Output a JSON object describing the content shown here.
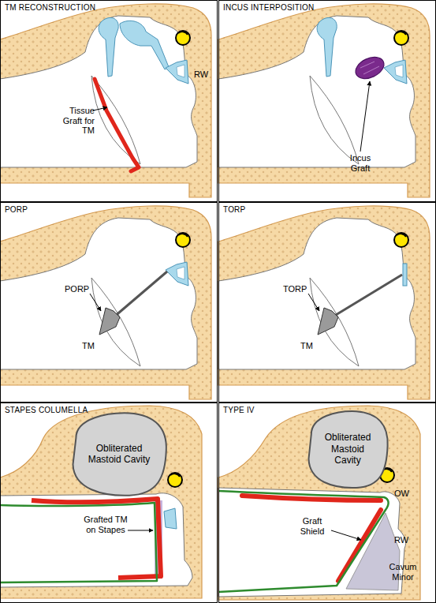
{
  "diagram": {
    "nodes": [
      {
        "text": [
          "TM RECONSTRUCTION"
        ]
      },
      {
        "text": [
          "INCUS INTERPOSITION"
        ]
      },
      {
        "text": [
          "PORP"
        ]
      },
      {
        "text": [
          "TORP"
        ]
      },
      {
        "text": [
          "STAPES COLUMELLA"
        ]
      },
      {
        "text": [
          "Obliterated Mastoid Cavity"
        ],
        "in": 4
      },
      {
        "text": [
          "TYPE IV"
        ]
      },
      {
        "text": [
          "Obliterated Mastoid Cavity"
        ],
        "in": 6
      }
    ],
    "labels": [
      "Tissue Graft for TM",
      "RW",
      "Incus Graft",
      "PORP",
      "TM",
      "TORP",
      "TM",
      "Grafted TM on Stapes",
      "OW",
      "Graft Shield",
      "RW",
      "Cavum Minor"
    ]
  }
}
